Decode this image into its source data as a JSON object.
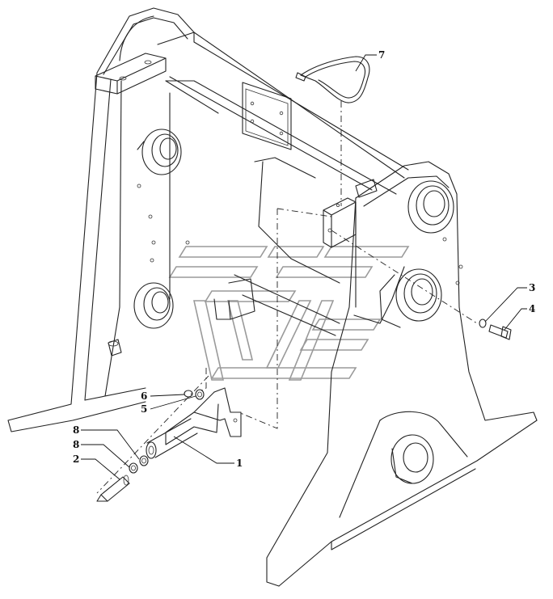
{
  "callouts": [
    {
      "id": "c1",
      "text": "1"
    },
    {
      "id": "c2",
      "text": "2"
    },
    {
      "id": "c3",
      "text": "3"
    },
    {
      "id": "c4",
      "text": "4"
    },
    {
      "id": "c5",
      "text": "5"
    },
    {
      "id": "c6",
      "text": "6"
    },
    {
      "id": "c7",
      "text": "7"
    },
    {
      "id": "c8a",
      "text": "8"
    },
    {
      "id": "c8b",
      "text": "8"
    }
  ]
}
